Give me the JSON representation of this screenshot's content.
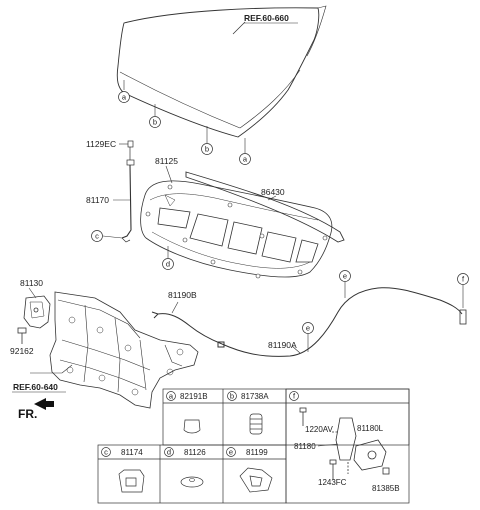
{
  "refs": {
    "hood_ref": "REF.60-660",
    "frame_ref": "REF.60-640",
    "front": "FR."
  },
  "hood_markers": [
    "a",
    "b",
    "b",
    "a"
  ],
  "parts": {
    "p1129EC": "1129EC",
    "p81125": "81125",
    "p86430": "86430",
    "p81170": "81170",
    "p81130": "81130",
    "p92162": "92162",
    "p81190B": "81190B",
    "p81190A": "81190A"
  },
  "cable_markers": {
    "c": "c",
    "d": "d",
    "e1": "e",
    "e2": "e",
    "f": "f"
  },
  "legend": {
    "a": {
      "letter": "a",
      "part": "82191B"
    },
    "b": {
      "letter": "b",
      "part": "81738A"
    },
    "f": {
      "letter": "f"
    },
    "c": {
      "letter": "c",
      "part": "81174"
    },
    "d": {
      "letter": "d",
      "part": "81126"
    },
    "e": {
      "letter": "e",
      "part": "81199"
    },
    "latch": {
      "p1220AV": "1220AV",
      "p81180": "81180",
      "p81180L": "81180L",
      "p1243FC": "1243FC",
      "p81385B": "81385B"
    }
  }
}
